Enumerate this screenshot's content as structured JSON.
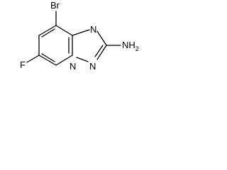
{
  "structure": {
    "substituents": {
      "bromo": "Br",
      "fluoro": "F",
      "amine_main": "NH",
      "amine_sub": "2"
    },
    "ring_atoms": {
      "n_top": "N",
      "n_bridge": "N",
      "n_bottom": "N"
    }
  }
}
